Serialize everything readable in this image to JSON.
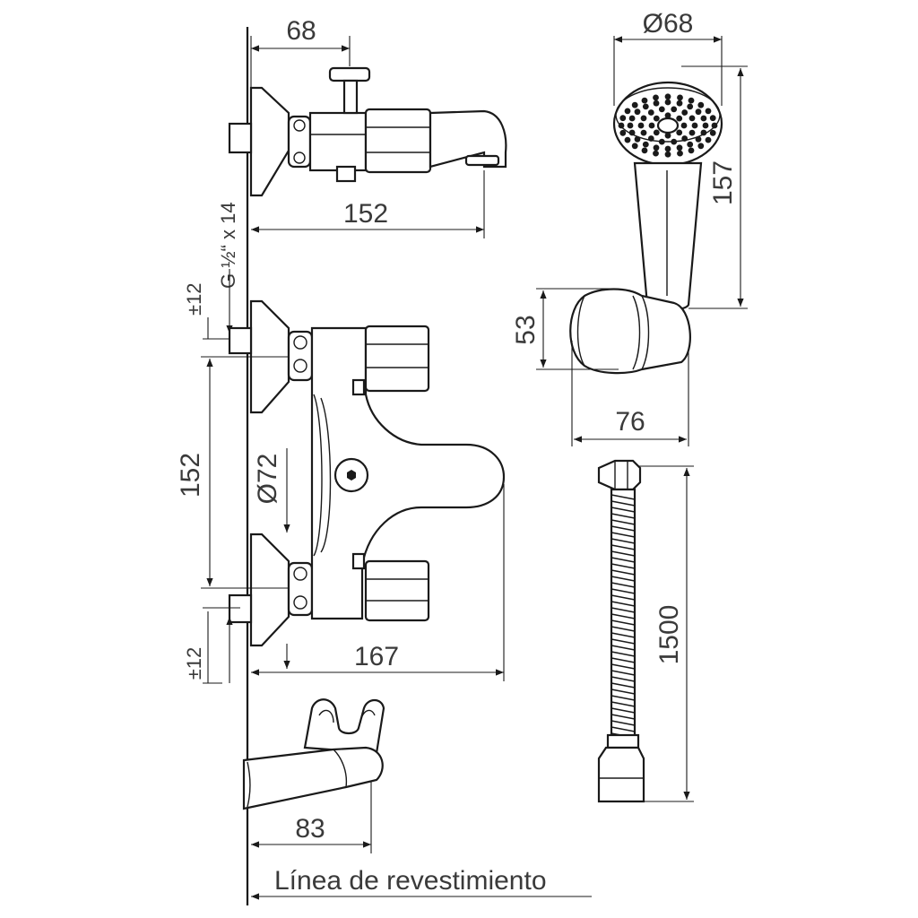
{
  "dimensions": {
    "spout_top_width": "68",
    "spout_length": "152",
    "connection_thread": "G ½“ x 14",
    "offset_top": "±12",
    "offset_bottom": "±12",
    "inlet_spacing": "152",
    "escutcheon_diameter": "Ø72",
    "body_projection": "167",
    "holder_projection": "83",
    "shower_head_diameter": "Ø68",
    "shower_length": "157",
    "bracket_height": "53",
    "bracket_width": "76",
    "hose_length": "1500"
  },
  "labels": {
    "wall_line": "Línea de revestimiento"
  }
}
